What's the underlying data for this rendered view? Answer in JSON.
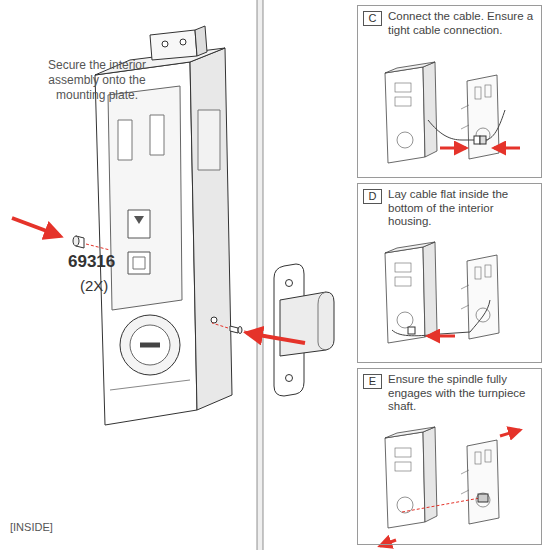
{
  "diagram": {
    "nodes": [
      {
        "text": [
          "Connect the cable. Ensure a tight cable connection."
        ]
      },
      {
        "text": [
          "C"
        ],
        "in": 0
      },
      {
        "text": [
          "Lay cable flat inside the bottom of the interior housing."
        ]
      },
      {
        "text": [
          "D"
        ],
        "in": 2
      },
      {
        "text": [
          "Ensure the spindle fully engages with the turnpiece shaft."
        ]
      },
      {
        "text": [
          "E"
        ],
        "in": 4
      }
    ],
    "labels": [
      "Secure the interior assembly onto the mounting plate.",
      "69316",
      "(2X)",
      "[INSIDE]"
    ]
  }
}
